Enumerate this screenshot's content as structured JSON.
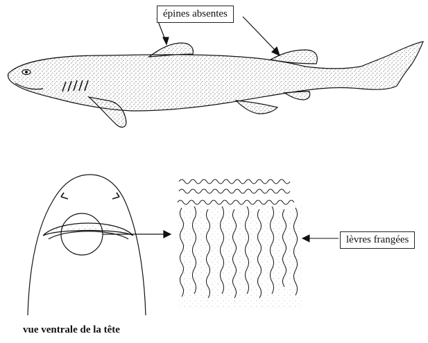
{
  "labels": {
    "spines_absent": "épines absentes",
    "fringed_lips": "lèvres frangées",
    "caption": "vue ventrale de la tête"
  },
  "colors": {
    "ink": "#111111",
    "paper": "#ffffff"
  }
}
